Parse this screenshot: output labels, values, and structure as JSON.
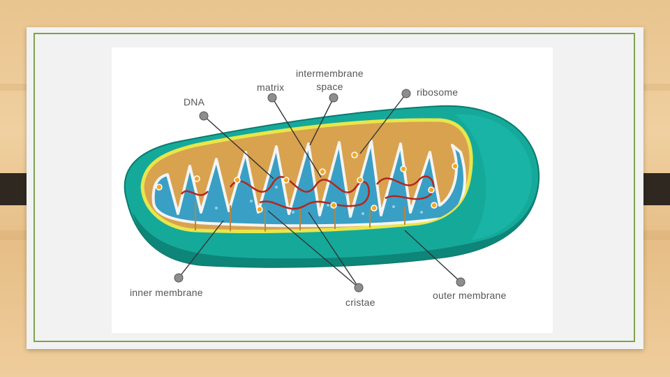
{
  "diagram": {
    "labels": {
      "dna": "DNA",
      "matrix": "matrix",
      "intermembrane_line1": "intermembrane",
      "intermembrane_line2": "space",
      "ribosome": "ribosome",
      "inner_membrane": "inner membrane",
      "cristae": "cristae",
      "outer_membrane": "outer membrane"
    },
    "colors": {
      "outer_membrane": "#15a99a",
      "outer_membrane_dark": "#0d8578",
      "inner_membrane_edge": "#e8e64a",
      "intermembrane_space": "#d9a24f",
      "matrix": "#3a9fc5",
      "dna": "#b3261e",
      "ribosome": "#f5a623"
    }
  },
  "slide": {
    "frame_color": "#7ea24e",
    "tab_color": "#2f2821"
  }
}
